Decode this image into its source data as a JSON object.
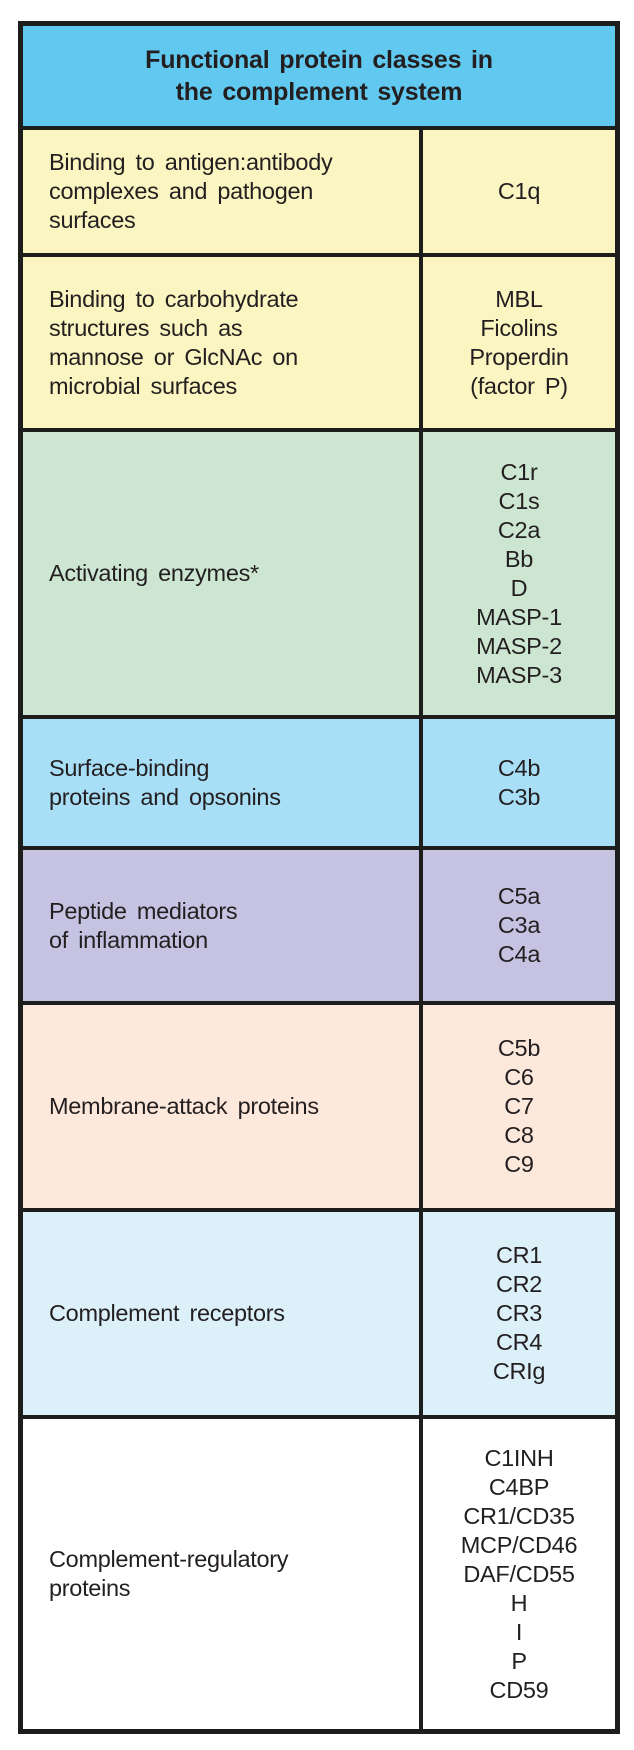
{
  "colors": {
    "header_bg": "#61c9ef",
    "border": "#1d1d1b",
    "text": "#231f20",
    "row_yellow": "#fbf5c1",
    "row_green": "#cde6d2",
    "row_blue": "#a8def6",
    "row_purple": "#c6c2e1",
    "row_peach": "#fde9dc",
    "row_lightblue": "#dcf0fa",
    "row_white": "#ffffff"
  },
  "chart_data": {
    "type": "table",
    "title": "Functional protein classes in\nthe complement system",
    "rows": [
      {
        "function": "Binding to antigen:antibody\ncomplexes and pathogen\nsurfaces",
        "proteins": [
          "C1q"
        ],
        "bg": "#fbf5c1"
      },
      {
        "function": "Binding to carbohydrate\nstructures such as\nmannose or GlcNAc on\nmicrobial surfaces",
        "proteins": [
          "MBL",
          "Ficolins",
          "Properdin",
          "(factor P)"
        ],
        "bg": "#fbf5c1"
      },
      {
        "function": "Activating enzymes*",
        "proteins": [
          "C1r",
          "C1s",
          "C2a",
          "Bb",
          "D",
          "MASP-1",
          "MASP-2",
          "MASP-3"
        ],
        "bg": "#cde6d2"
      },
      {
        "function": "Surface-binding\nproteins and opsonins",
        "proteins": [
          "C4b",
          "C3b"
        ],
        "bg": "#a8def6"
      },
      {
        "function": "Peptide mediators\nof inflammation",
        "proteins": [
          "C5a",
          "C3a",
          "C4a"
        ],
        "bg": "#c6c2e1"
      },
      {
        "function": "Membrane-attack proteins",
        "proteins": [
          "C5b",
          "C6",
          "C7",
          "C8",
          "C9"
        ],
        "bg": "#fde9dc"
      },
      {
        "function": "Complement receptors",
        "proteins": [
          "CR1",
          "CR2",
          "CR3",
          "CR4",
          "CRIg"
        ],
        "bg": "#dcf0fa"
      },
      {
        "function": "Complement-regulatory\nproteins",
        "proteins": [
          "C1INH",
          "C4BP",
          "CR1/CD35",
          "MCP/CD46",
          "DAF/CD55",
          "H",
          "I",
          "P",
          "CD59"
        ],
        "bg": "#ffffff"
      }
    ]
  }
}
